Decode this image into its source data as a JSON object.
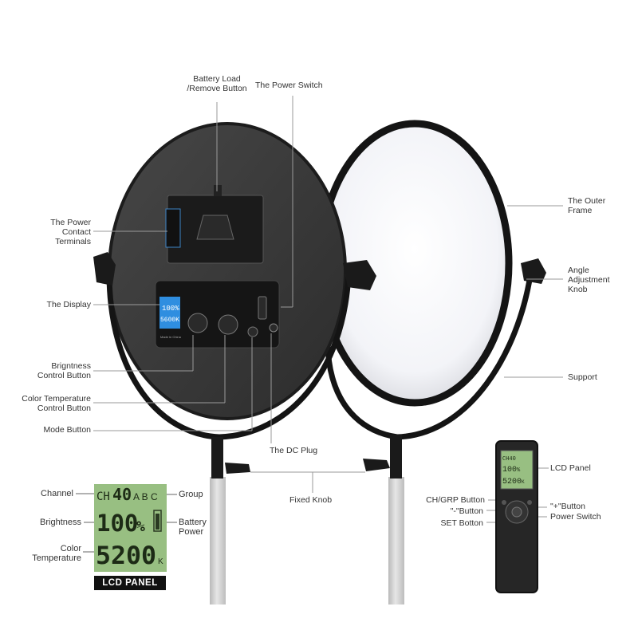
{
  "labels": {
    "battery_load": "Battery Load",
    "battery_remove": "/Remove Button",
    "power_switch": "The Power Switch",
    "power_contact_1": "The Power",
    "power_contact_2": "Contact",
    "power_contact_3": "Terminals",
    "display": "The Display",
    "brightness_1": "Brigntness",
    "brightness_2": "Control Button",
    "color_temp_1": "Color Temperature",
    "color_temp_2": "Control Button",
    "mode_button": "Mode Button",
    "dc_plug": "The DC Plug",
    "outer_frame_1": "The Outer",
    "outer_frame_2": "Frame",
    "angle_knob_1": "Angle",
    "angle_knob_2": "Adjustment",
    "angle_knob_3": "Knob",
    "support": "Support",
    "fixed_knob": "Fixed Knob",
    "lcd_panel": "LCD Panel",
    "chgrp_button": "CH/GRP Button",
    "minus_button": "\"-\"Button",
    "plus_button": "\"+\"Button",
    "remote_power_switch": "Power Switch",
    "set_button": "SET Botton"
  },
  "lcd_panel": {
    "tag": "LCD PANEL",
    "channel_label": "Channel",
    "group_label": "Group",
    "brightness_label": "Brightness",
    "battery_label_1": "Battery",
    "battery_label_2": "Power",
    "color_temp_label_1": "Color",
    "color_temp_label_2": "Temperature",
    "ch_prefix": "CH",
    "channel_value": "40",
    "groups": "A B C",
    "brightness_value": "100",
    "brightness_unit": "%",
    "color_temp_value": "5200",
    "color_temp_unit": "K"
  },
  "device_display": {
    "brightness_value": "100",
    "brightness_unit": "%",
    "color_temp_value": "5600",
    "color_temp_unit": "K",
    "made_in": "Made in China"
  },
  "remote_display": {
    "ch_prefix": "CH",
    "channel_value": "40",
    "brightness_value": "100",
    "brightness_unit": "%",
    "color_temp_value": "5200",
    "color_temp_unit": "K"
  },
  "colors": {
    "lcd_green": "#98bf82",
    "device_lcd_blue": "#2f8ee0",
    "panel_dark": "#3a3a3a",
    "frame_black": "#141414",
    "pole_gray": "#cfcfcf"
  }
}
